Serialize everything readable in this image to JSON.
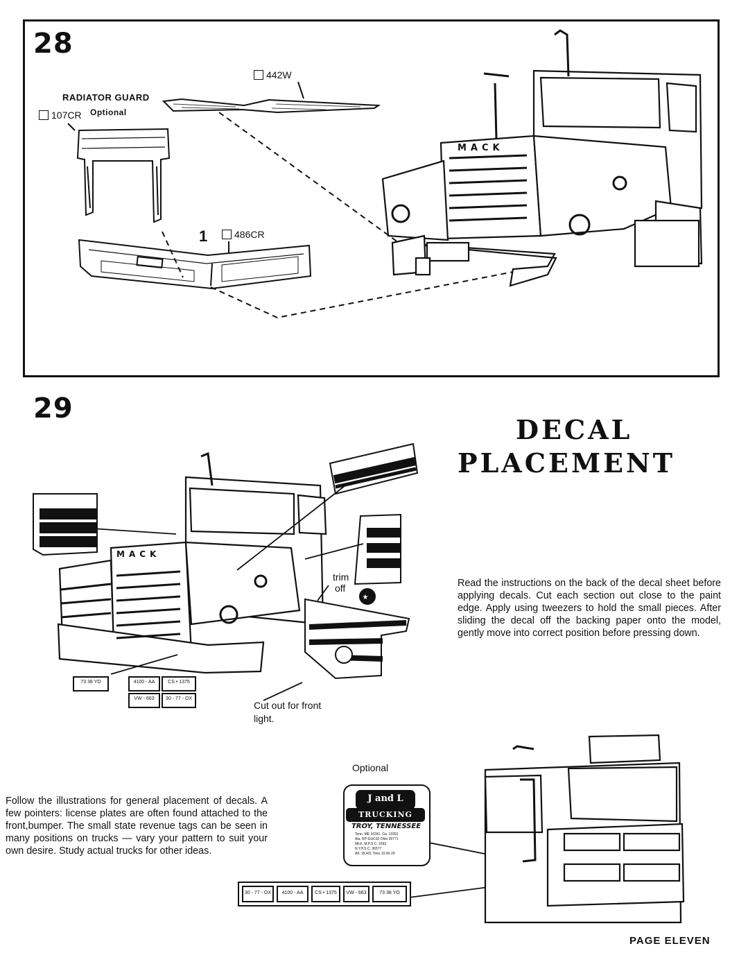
{
  "step28": {
    "number": "28",
    "parts": {
      "p442": "442W",
      "radiator_guard": "RADIATOR GUARD",
      "p107": "107CR",
      "optional": "Optional",
      "callout_num": "1",
      "p486": "486CR"
    }
  },
  "step29": {
    "number": "29",
    "title_line1": "DECAL",
    "title_line2": "PLACEMENT",
    "instructions": "Read the instructions on the back of the decal sheet before applying decals. Cut each section out close to the paint edge. Apply using tweezers to hold the small pieces. After sliding the decal off the backing paper onto the model, gently move into correct position before pressing down.",
    "trim_line1": "trim",
    "trim_line2": "off",
    "cutout_line1": "Cut out for front",
    "cutout_line2": "light.",
    "optional_label": "Optional",
    "grille_brand": "MACK",
    "pointers_text": "Follow the illustrations for general placement of decals. A few pointers: license plates are often found attached to the front,bumper. The small state revenue tags can be seen in many positions on trucks — vary your pattern to suit your own desire. Study actual trucks for other ideas.",
    "plates": [
      "73 38 YO",
      "4100 - AA",
      "CS • 1375",
      "VW - 663",
      "30 - 77 - OX"
    ],
    "logo": {
      "line1": "J and L",
      "line2": "TRUCKING",
      "line3": "TROY, TENNESSEE",
      "detail": [
        "Tenn. ME 16341, Ga. 13391",
        "Ala. RP-GUC32 Ohio 39771",
        "Mich. M.P.S.C. 1693",
        "N.Y.P.S.C. 36577",
        "Wt. 18,431 Tires 10.00-20"
      ]
    }
  },
  "footer": {
    "page_label": "PAGE ELEVEN"
  }
}
